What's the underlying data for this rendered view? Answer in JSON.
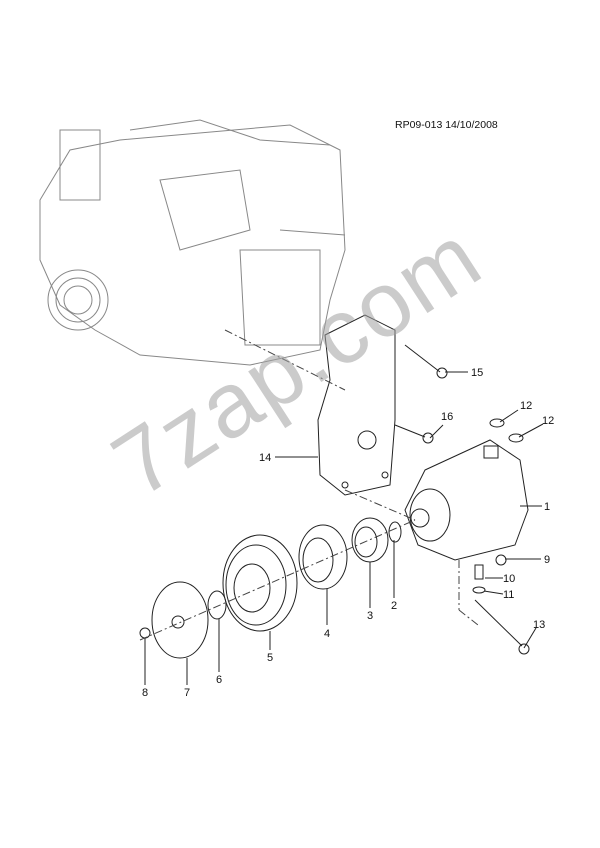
{
  "header": {
    "reference": "RP09-013 14/10/2008"
  },
  "watermark": "7zap.com",
  "callouts": {
    "c1": "1",
    "c2": "2",
    "c3": "3",
    "c4": "4",
    "c5": "5",
    "c6": "6",
    "c7": "7",
    "c8": "8",
    "c9": "9",
    "c10": "10",
    "c11": "11",
    "c12a": "12",
    "c12b": "12",
    "c13": "13",
    "c14": "14",
    "c15": "15",
    "c16": "16"
  }
}
